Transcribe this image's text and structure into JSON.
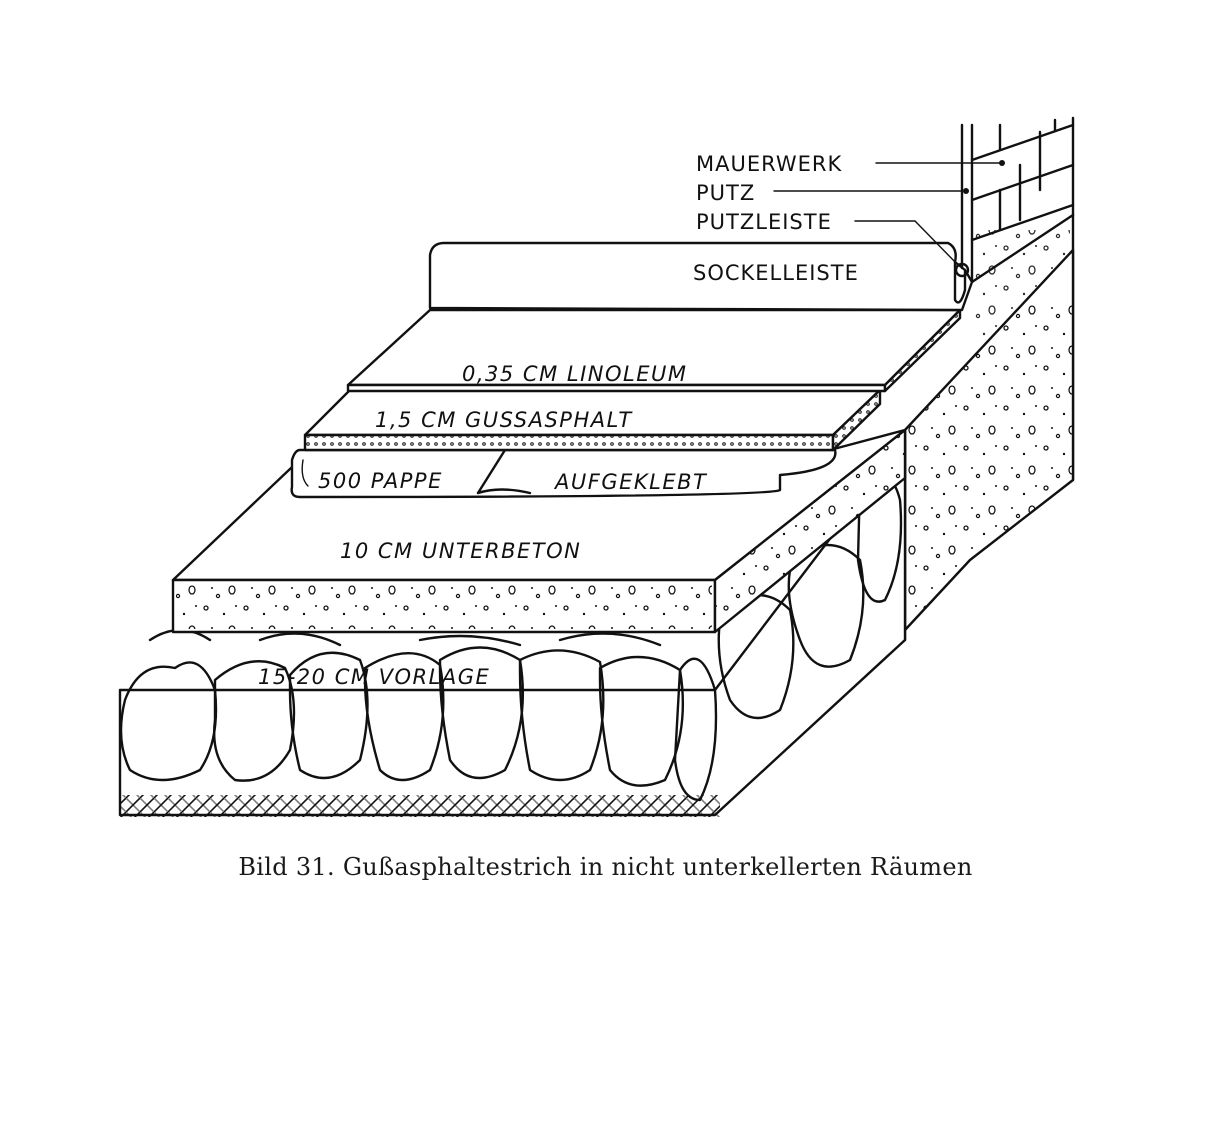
{
  "figure": {
    "labels": {
      "mauerwerk": "MAUERWERK",
      "putz": "PUTZ",
      "putzleiste": "PUTZLEISTE",
      "sockelleiste": "SOCKELLEISTE",
      "linoleum": "0,35 CM  LINOLEUM",
      "gussasphalt": "1,5 CM  GUSSASPHALT",
      "pappe": "500 PAPPE",
      "aufgeklebt": "AUFGEKLEBT",
      "unterbeton": "10 CM  UNTERBETON",
      "vorlage": "15-20 CM  VORLAGE"
    },
    "caption": "Bild 31. Gußasphaltestrich in nicht unterkellerten Räumen"
  }
}
